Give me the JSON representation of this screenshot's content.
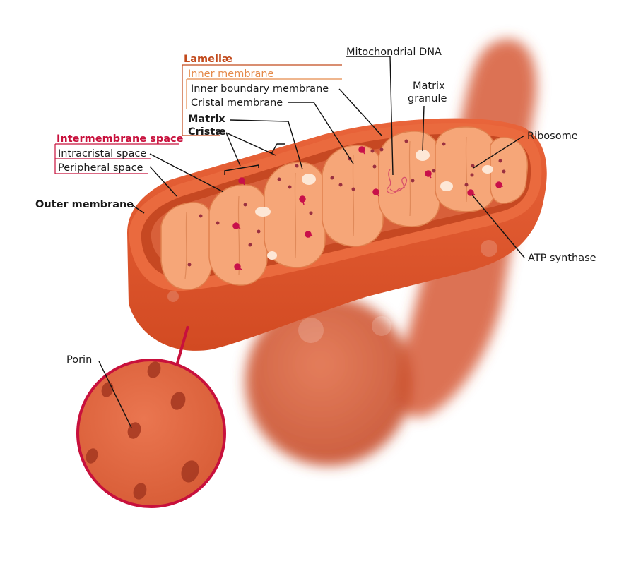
{
  "labels": {
    "lamellae": "Lamellæ",
    "inner_membrane": "Inner membrane",
    "inner_boundary_membrane": "Inner boundary membrane",
    "cristal_membrane": "Cristal membrane",
    "matrix": "Matrix",
    "cristae": "Cristæ",
    "intermembrane_space": "Intermembrane space",
    "intracristal_space": "Intracristal space",
    "peripheral_space": "Peripheral space",
    "outer_membrane": "Outer membrane",
    "mitochondrial_dna": "Mitochondrial DNA",
    "matrix_granule_line1": "Matrix",
    "matrix_granule_line2": "granule",
    "ribosome": "Ribosome",
    "atp_synthase": "ATP synthase",
    "porin": "Porin"
  },
  "colors": {
    "outer_shell": "#e2562a",
    "outer_dark": "#b8361a",
    "inner_cavity": "#c84a22",
    "cristae_fill": "#f7a878",
    "cristae_edge": "#e08050",
    "porin_circle": "#e0643c",
    "porin_border": "#c8103c",
    "lamellae_text": "#c24a1c",
    "inner_membrane_text": "#e58a4a",
    "intermembrane_text": "#c8103c"
  }
}
